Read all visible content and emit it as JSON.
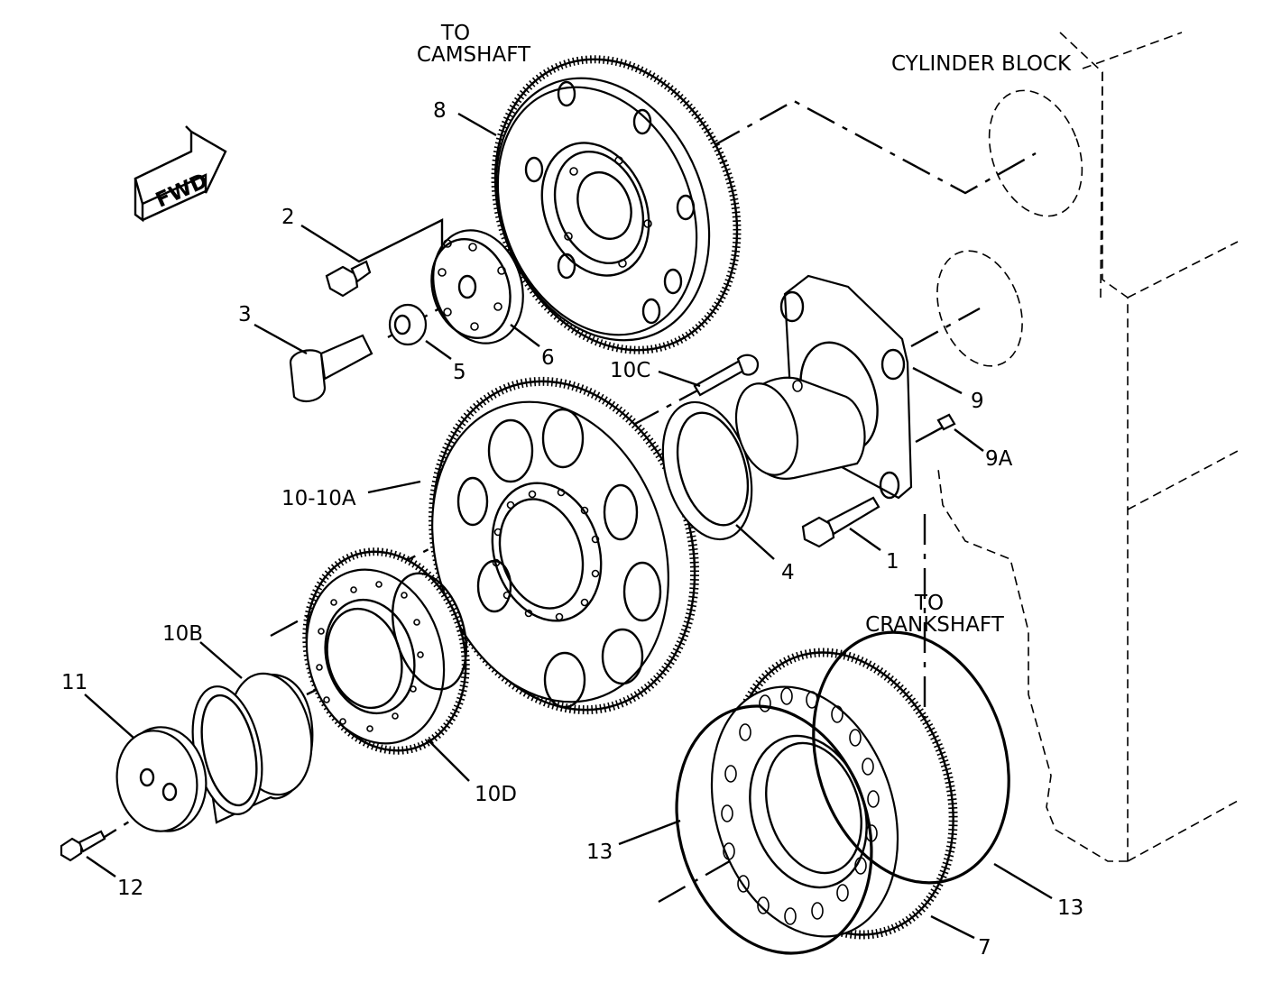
{
  "labels": {
    "to_camshaft_1": "TO",
    "to_camshaft_2": "CAMSHAFT",
    "cylinder_block": "CYLINDER BLOCK",
    "to_crankshaft_1": "TO",
    "to_crankshaft_2": "CRANKSHAFT",
    "fwd": "FWD"
  },
  "callouts": {
    "p1": "1",
    "p2": "2",
    "p3": "3",
    "p4": "4",
    "p5": "5",
    "p6": "6",
    "p7": "7",
    "p8": "8",
    "p9": "9",
    "p9a": "9A",
    "p10_10a": "10-10A",
    "p10b": "10B",
    "p10c": "10C",
    "p10d": "10D",
    "p11": "11",
    "p12": "12",
    "p13_left": "13",
    "p13_right": "13"
  }
}
